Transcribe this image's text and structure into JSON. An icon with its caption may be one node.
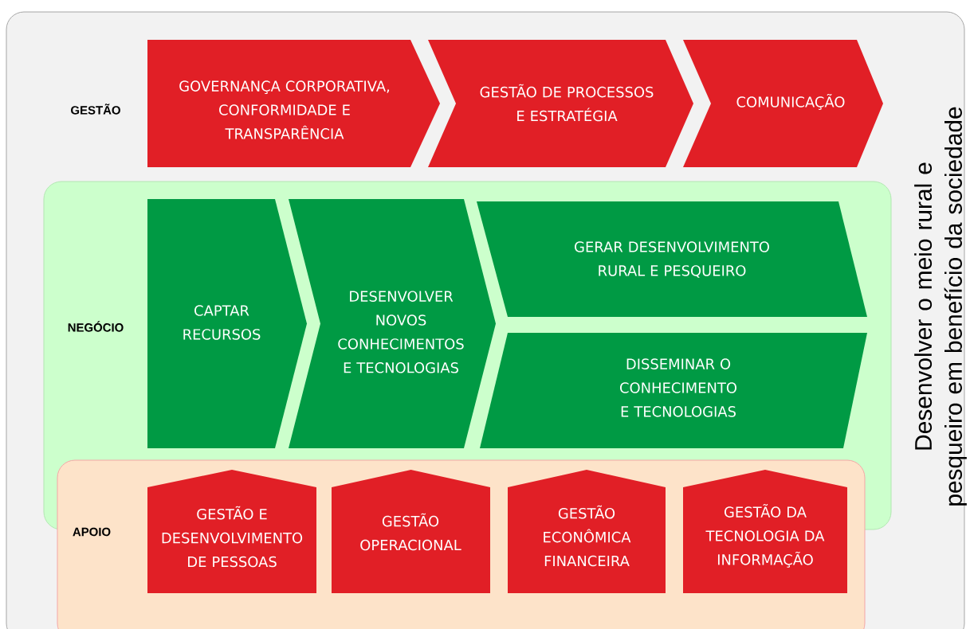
{
  "diagram": {
    "nodes": [
      {
        "text": [
          "Desenvolver o meio rural e pesqueiro em benefício da sociedade"
        ]
      },
      {
        "text": [
          "NEGÓCIO"
        ],
        "in": 0
      },
      {
        "text": [
          "APOIO"
        ],
        "in": 0
      },
      {
        "text": [
          "GOVERNANÇA CORPORATIVA, CONFORMIDADE E TRANSPARÊNCIA"
        ],
        "in": 0
      },
      {
        "text": [
          "GESTÃO DE PROCESSOS E ESTRATÉGIA"
        ],
        "in": 0
      },
      {
        "text": [
          "COMUNICAÇÃO"
        ],
        "in": 0
      },
      {
        "text": [
          "CAPTAR RECURSOS"
        ],
        "in": 1
      },
      {
        "text": [
          "DESENVOLVER NOVOS CONHECIMENTOS E TECNOLOGIAS"
        ],
        "in": 1
      },
      {
        "text": [
          "GERAR DESENVOLVIMENTO RURAL E PESQUEIRO"
        ],
        "in": 1
      },
      {
        "text": [
          "DISSEMINAR O CONHECIMENTO E TECNOLOGIAS"
        ],
        "in": 1
      },
      {
        "text": [
          "GESTÃO E DESENVOLVIMENTO DE PESSOAS"
        ],
        "in": 2
      },
      {
        "text": [
          "GESTÃO OPERACIONAL"
        ],
        "in": 2
      },
      {
        "text": [
          "GESTÃO ECONÔMICA FINANCEIRA"
        ],
        "in": 2
      },
      {
        "text": [
          "GESTÃO DA TECNOLOGIA DA INFORMAÇÃO"
        ],
        "in": 2
      }
    ],
    "labels": [
      "GESTÃO"
    ]
  }
}
